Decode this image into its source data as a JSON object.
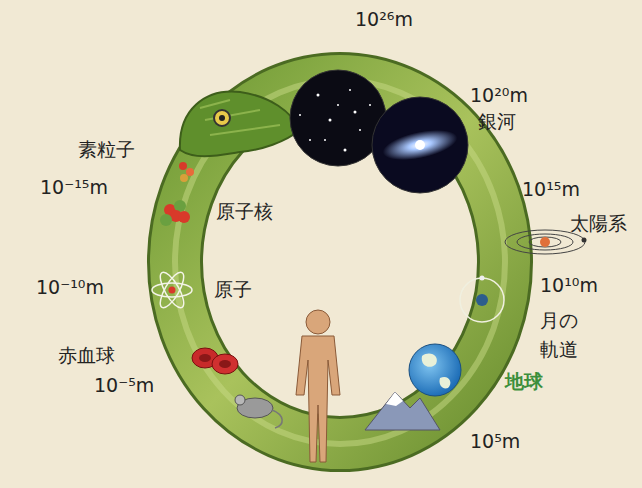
{
  "diagram": {
    "labels": [
      "10²⁶m",
      "10²⁰m",
      "銀河",
      "素粒子",
      "10⁻¹⁵m",
      "10¹⁵m",
      "原子核",
      "太陽系",
      "10⁻¹⁰m",
      "原子",
      "10¹⁰m",
      "月の 軌道",
      "赤血球",
      "地球",
      "10⁻⁵m",
      "10⁵m"
    ]
  }
}
